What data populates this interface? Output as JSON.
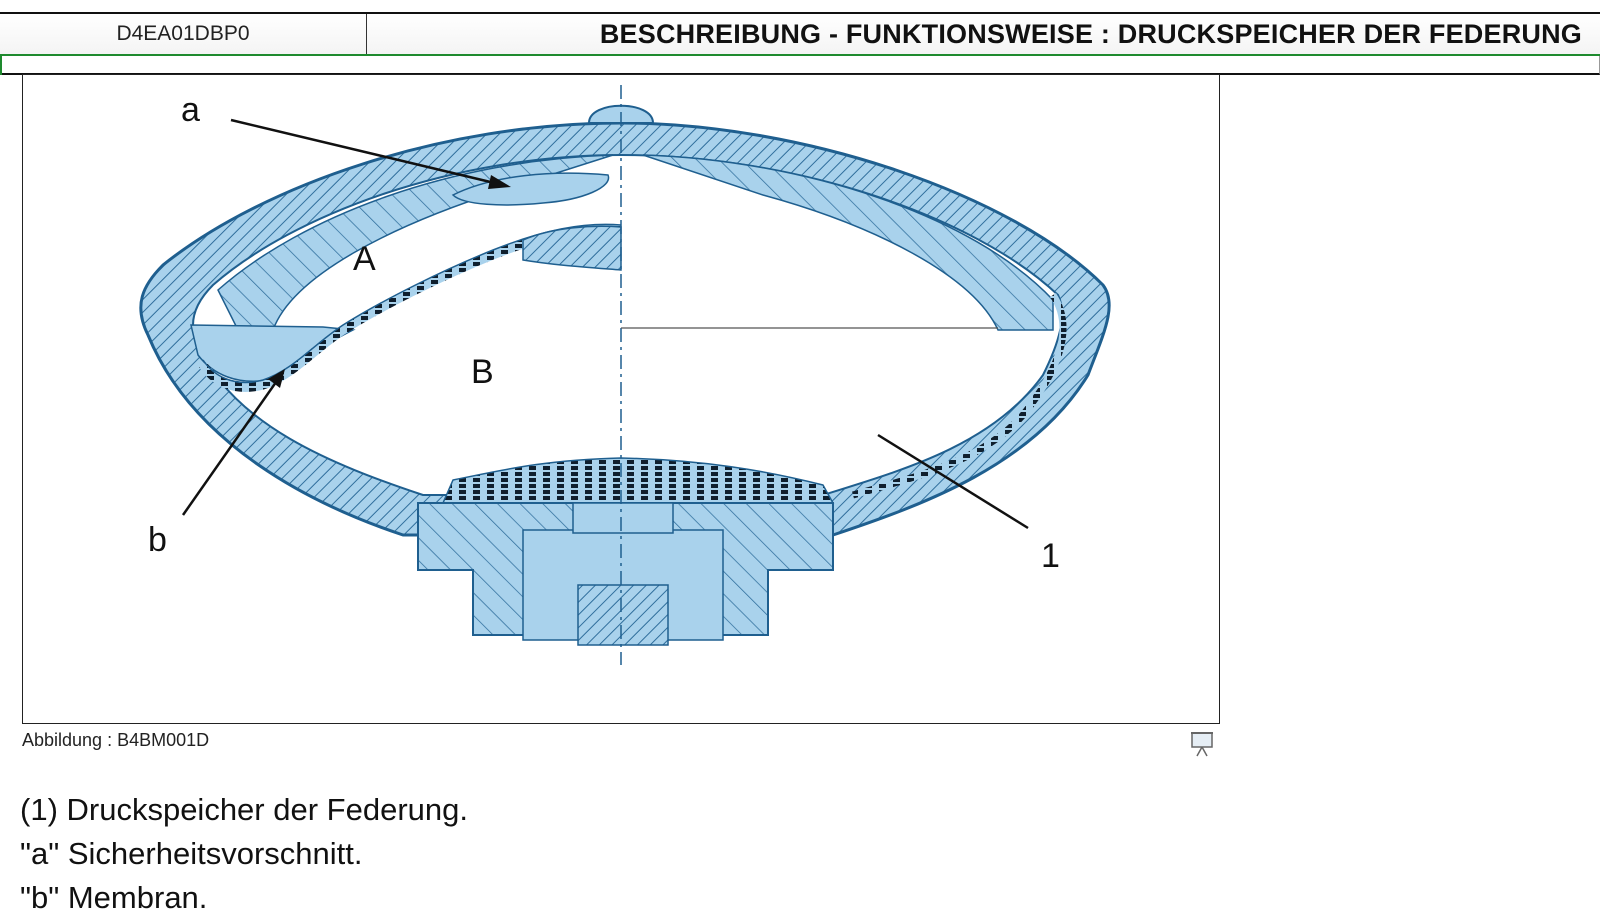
{
  "header": {
    "doc_code": "D4EA01DBP0",
    "title": "BESCHREIBUNG - FUNKTIONSWEISE : DRUCKSPEICHER DER FEDERUNG"
  },
  "figure": {
    "callouts": {
      "a": "a",
      "b": "b",
      "one": "1",
      "A": "A",
      "B": "B"
    },
    "colors": {
      "fill": "#a9d2ec",
      "stroke": "#1f5f8f",
      "hatch": "#2f6e9c"
    },
    "caption": "Abbildung : B4BM001D",
    "print_icon": "presentation-icon"
  },
  "legend": {
    "items": [
      "(1) Druckspeicher der Federung.",
      "\"a\" Sicherheitsvorschnitt.",
      "\"b\" Membran."
    ]
  }
}
